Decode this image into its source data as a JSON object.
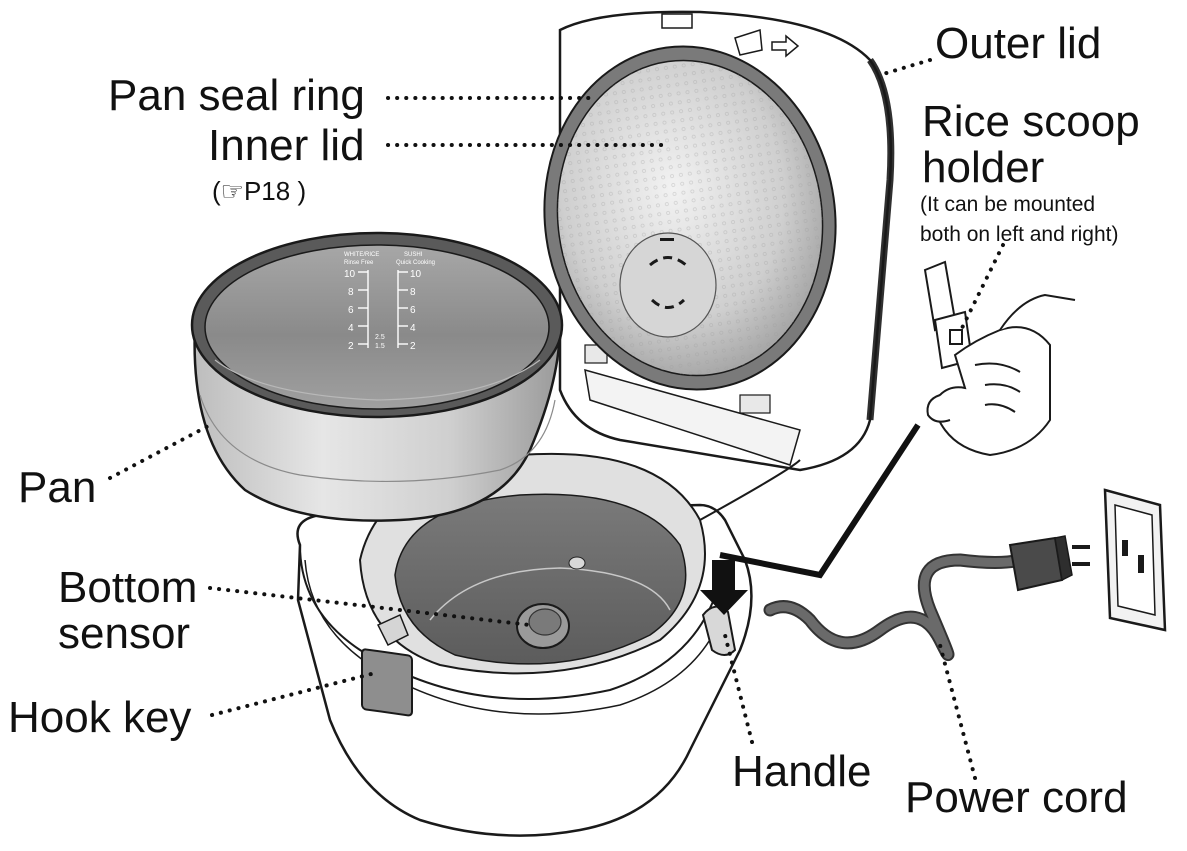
{
  "labels": {
    "outer_lid": "Outer lid",
    "pan_seal_ring": "Pan seal ring",
    "inner_lid": "Inner lid",
    "inner_lid_ref": "(☞P18 )",
    "rice_scoop_holder_1": "Rice scoop",
    "rice_scoop_holder_2": "holder",
    "rice_scoop_note_1": "(It can be mounted",
    "rice_scoop_note_2": "both on left and right)",
    "pan": "Pan",
    "bottom_sensor_1": "Bottom",
    "bottom_sensor_2": "sensor",
    "hook_key": "Hook key",
    "handle": "Handle",
    "power_cord": "Power cord"
  },
  "pan_scale": {
    "left_header_1": "WHITE/RICE",
    "left_header_2": "Rinse Free",
    "right_header_1": "SUSHI",
    "right_header_2": "Quick Cooking",
    "left_ticks": [
      "10",
      "8",
      "6",
      "4",
      "2"
    ],
    "right_ticks": [
      "10",
      "8",
      "6",
      "4",
      "2"
    ],
    "mid_ticks": [
      "2.5",
      "1.5"
    ]
  },
  "colors": {
    "line": "#1a1a1a",
    "pan_rim": "#5a5a5a",
    "pan_inside": "#8a8a8a",
    "body_fill": "#ffffff",
    "bowl_dark": "#6c6c6c",
    "cord": "#555555"
  }
}
